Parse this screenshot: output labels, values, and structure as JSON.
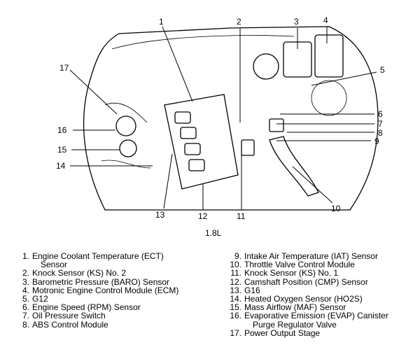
{
  "engine_size": "1.8L",
  "callouts": [
    "1",
    "2",
    "3",
    "4",
    "5",
    "6",
    "7",
    "8",
    "9",
    "10",
    "11",
    "12",
    "13",
    "14",
    "15",
    "16",
    "17"
  ],
  "legend_left": [
    {
      "num": "1.",
      "text": "Engine Coolant Temperature (ECT)",
      "cont": "Sensor"
    },
    {
      "num": "2.",
      "text": "Knock Sensor (KS) No. 2"
    },
    {
      "num": "3.",
      "text": "Barometric Pressure (BARO) Sensor"
    },
    {
      "num": "4.",
      "text": "Motronic Engine Control Module (ECM)"
    },
    {
      "num": "5.",
      "text": "G12"
    },
    {
      "num": "6.",
      "text": "Engine Speed (RPM) Sensor"
    },
    {
      "num": "7.",
      "text": "Oil Pressure Switch"
    },
    {
      "num": "8.",
      "text": "ABS Control Module"
    }
  ],
  "legend_right": [
    {
      "num": "9.",
      "text": "Intake Air Temperature (IAT) Sensor"
    },
    {
      "num": "10.",
      "text": "Throttle Valve Control Module"
    },
    {
      "num": "11.",
      "text": "Knock Sensor (KS) No. 1"
    },
    {
      "num": "12.",
      "text": "Camshaft Position (CMP) Sensor"
    },
    {
      "num": "13.",
      "text": "G16"
    },
    {
      "num": "14.",
      "text": "Heated Oxygen Sensor (HO2S)"
    },
    {
      "num": "15.",
      "text": "Mass Airflow (MAF) Sensor"
    },
    {
      "num": "16.",
      "text": "Evaporative Emission (EVAP) Canister",
      "cont": "Purge Regulator Valve"
    },
    {
      "num": "17.",
      "text": "Power Output Stage"
    }
  ]
}
